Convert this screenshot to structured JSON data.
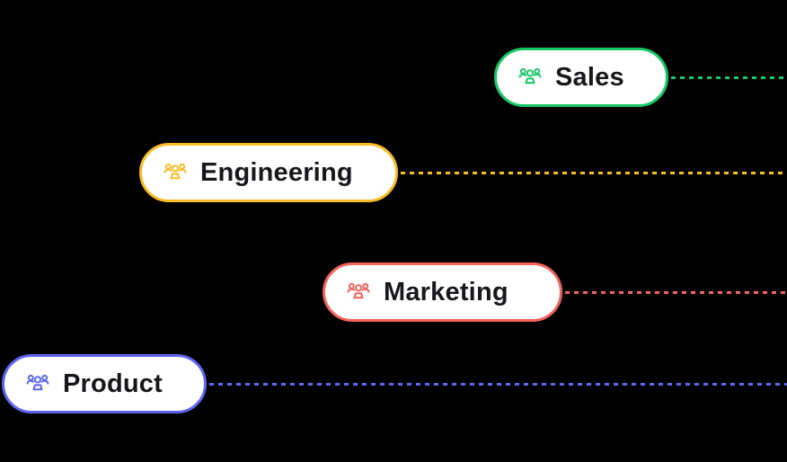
{
  "canvas": {
    "background_color": "#000000"
  },
  "diagram": {
    "type": "team-node-diagram",
    "nodes": [
      {
        "label": "Sales",
        "accent_color": "#17c964",
        "icon": "groups-icon",
        "connector_style": "dashed"
      },
      {
        "label": "Engineering",
        "accent_color": "#f8bc24",
        "icon": "groups-icon",
        "connector_style": "dashed"
      },
      {
        "label": "Marketing",
        "accent_color": "#f4635e",
        "icon": "groups-icon",
        "connector_style": "dashed"
      },
      {
        "label": "Product",
        "accent_color": "#5b66f3",
        "icon": "groups-icon",
        "connector_style": "dashed"
      }
    ],
    "node_background_color": "#ffffff",
    "label_text_color": "#17181b"
  }
}
